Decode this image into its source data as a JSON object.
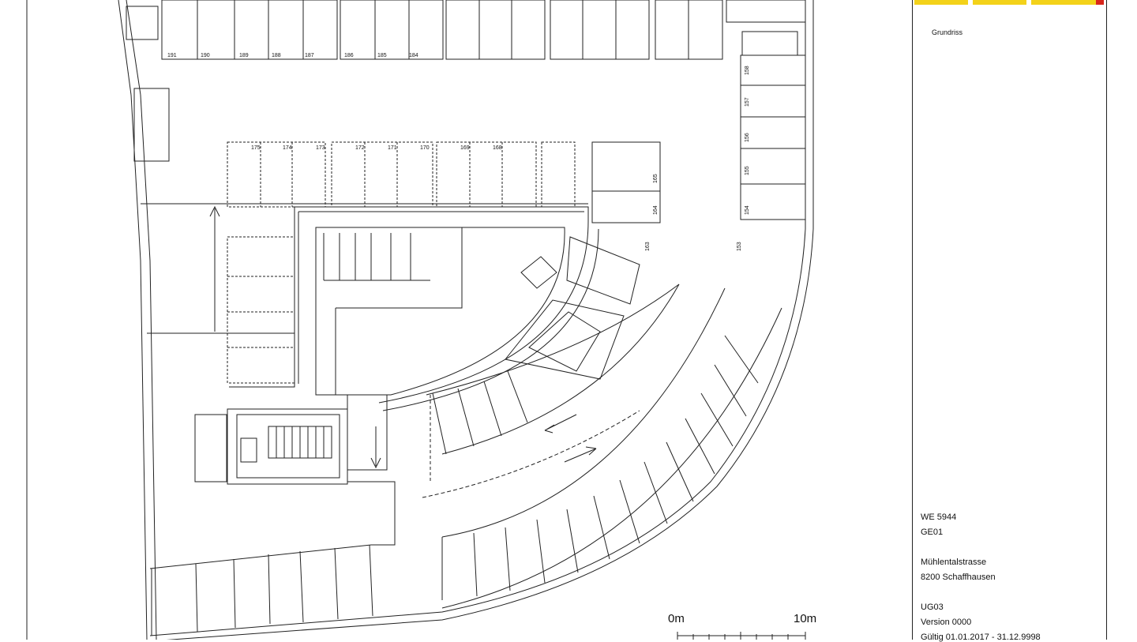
{
  "title_block": {
    "doc_type": "Grundriss",
    "building_no": "WE 5944",
    "object_code": "GE01",
    "street": "Mühlentalstrasse",
    "city": "8200 Schaffhausen",
    "floor": "UG03",
    "version": "Version 0000",
    "validity": "Gültig 01.01.2017 - 31.12.9998",
    "brand_colors": {
      "yellow": "#f3d21a",
      "red": "#d8261b"
    }
  },
  "scale_bar": {
    "start_label": "0m",
    "end_label": "10m"
  },
  "parking": {
    "top_row": [
      "191",
      "190",
      "189",
      "188",
      "187",
      "186",
      "185",
      "184"
    ],
    "middle_row": [
      "175",
      "174",
      "173",
      "172",
      "171",
      "170",
      "169",
      "168"
    ],
    "right_column": [
      "158",
      "157",
      "156",
      "155",
      "154",
      "153",
      "165",
      "164",
      "163"
    ]
  },
  "plan": {
    "line_color": "#222222"
  }
}
